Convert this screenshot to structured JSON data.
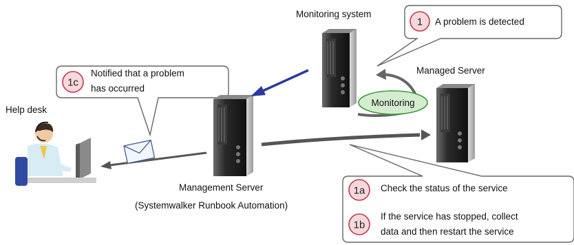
{
  "labels": {
    "monitoring_system": "Monitoring system",
    "managed_server": "Managed Server",
    "help_desk": "Help desk",
    "management_server": "Management Server",
    "management_server_sub": "(Systemwalker Runbook Automation)",
    "monitoring": "Monitoring"
  },
  "callouts": {
    "step1": {
      "badge": "1",
      "text": "A problem is detected"
    },
    "step1c": {
      "badge": "1c",
      "text_line1": "Notified that a problem",
      "text_line2": "has occurred"
    },
    "step1a": {
      "badge": "1a",
      "text": "Check the status of the service"
    },
    "step1b": {
      "badge": "1b",
      "text_line1": "If the service has stopped, collect",
      "text_line2": "data and then restart the service"
    }
  },
  "colors": {
    "badge_fill": "#f7d9dc",
    "badge_stroke": "#c0394b",
    "monitoring_fill": "#d4ecd0",
    "monitoring_stroke": "#3c9a3c",
    "arrow_blue": "#2a3a9c",
    "arrow_gray": "#555555"
  }
}
